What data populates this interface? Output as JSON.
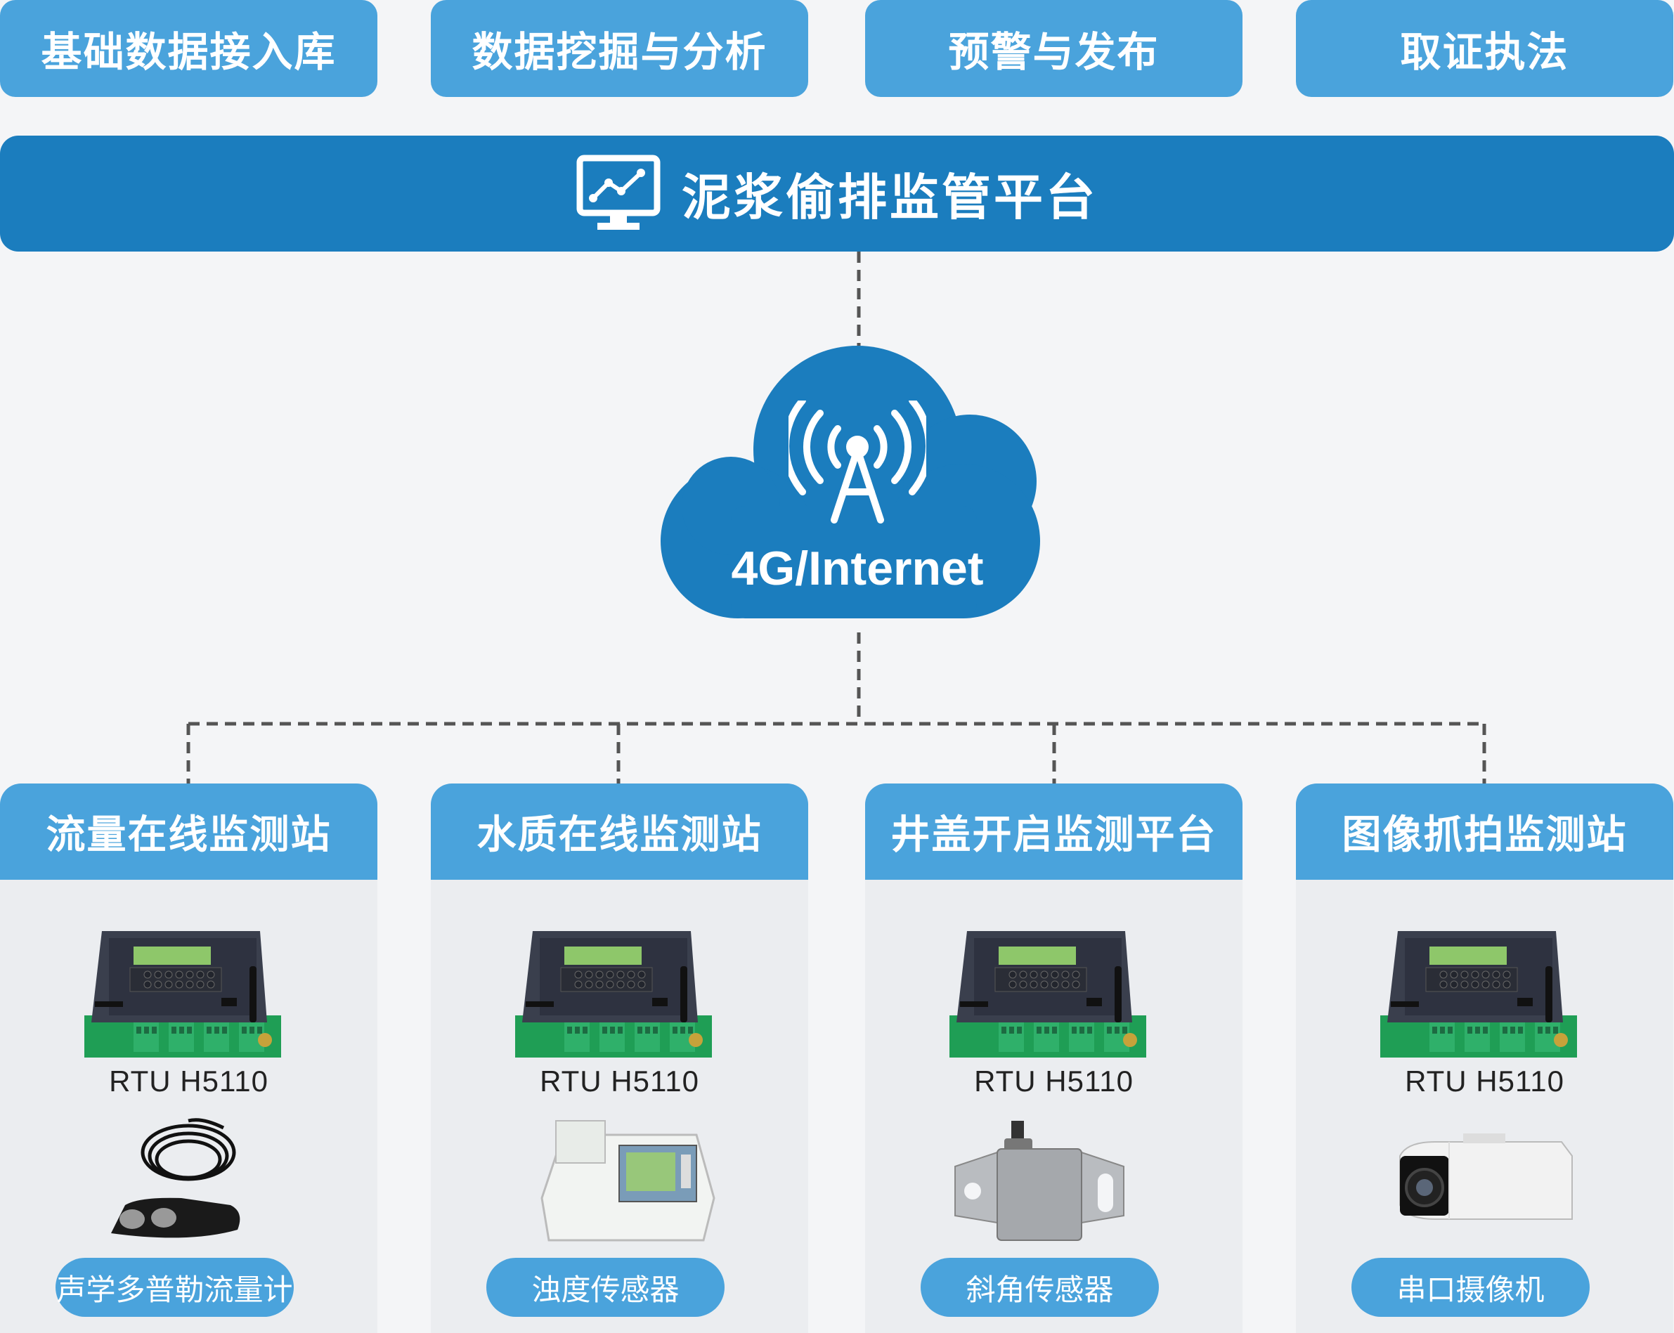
{
  "top_buttons": [
    {
      "label": "基础数据接入库"
    },
    {
      "label": "数据挖掘与分析"
    },
    {
      "label": "预警与发布"
    },
    {
      "label": "取证执法"
    }
  ],
  "platform": {
    "title": "泥浆偷排监管平台",
    "icon": "monitor-chart-icon"
  },
  "cloud": {
    "label": "4G/Internet",
    "icon": "signal-tower-icon"
  },
  "stations": [
    {
      "title": "流量在线监测站",
      "device": "RTU H5110",
      "sensor": "声学多普勒流量计",
      "sensor_icon": "flowmeter-icon"
    },
    {
      "title": "水质在线监测站",
      "device": "RTU H5110",
      "sensor": "浊度传感器",
      "sensor_icon": "turbidity-analyzer-icon"
    },
    {
      "title": "井盖开启监测平台",
      "device": "RTU H5110",
      "sensor": "斜角传感器",
      "sensor_icon": "tilt-sensor-icon"
    },
    {
      "title": "图像抓拍监测站",
      "device": "RTU H5110",
      "sensor": "串口摄像机",
      "sensor_icon": "camera-icon"
    }
  ],
  "colors": {
    "light_blue": "#4aa3dc",
    "dark_blue": "#1b7dbe",
    "background": "#f4f5f7",
    "card": "#ebedf0"
  }
}
